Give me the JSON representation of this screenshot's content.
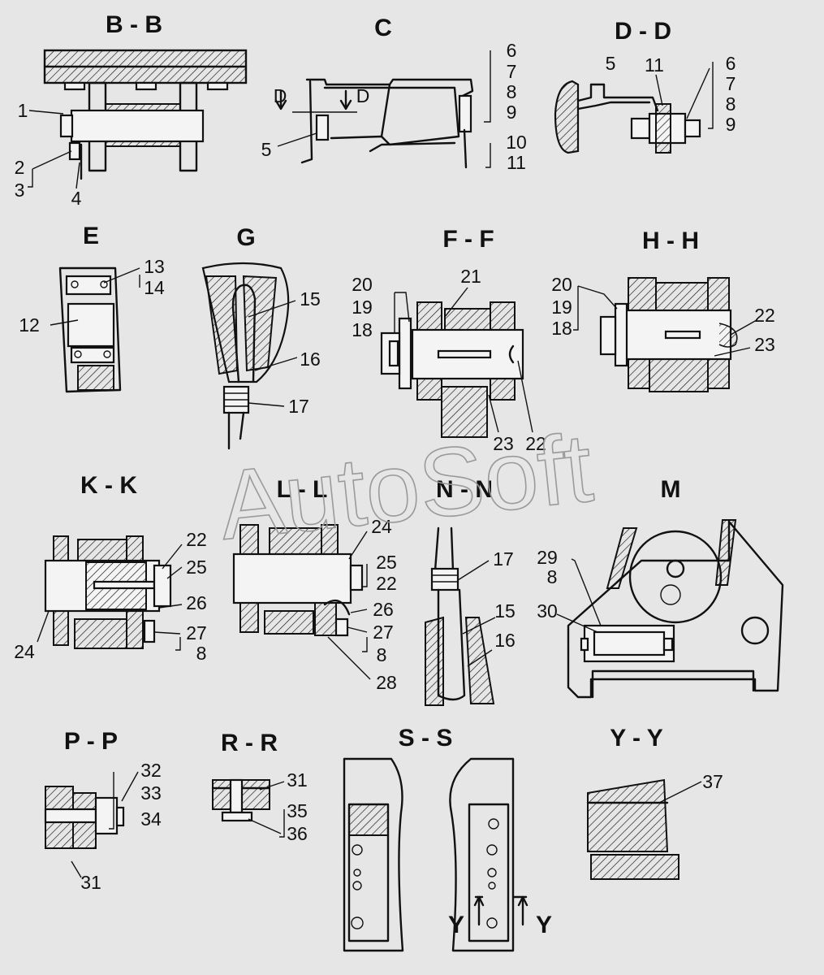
{
  "titles": {
    "bb": "B - B",
    "c": "C",
    "dd": "D - D",
    "e": "E",
    "g": "G",
    "ff": "F - F",
    "hh": "H - H",
    "kk": "K - K",
    "ll": "L - L",
    "nn": "N - N",
    "m": "M",
    "pp": "P - P",
    "rr": "R - R",
    "ss": "S - S",
    "yy": "Y - Y"
  },
  "view_marks": {
    "d": "D",
    "y": "Y"
  },
  "watermark": "AutoSoft",
  "callouts": [
    "1",
    "2",
    "3",
    "4",
    "5",
    "6",
    "7",
    "8",
    "9",
    "10",
    "11",
    "12",
    "13",
    "14",
    "15",
    "16",
    "17",
    "18",
    "19",
    "20",
    "21",
    "22",
    "23",
    "24",
    "25",
    "26",
    "27",
    "28",
    "29",
    "30",
    "31",
    "32",
    "33",
    "34",
    "35",
    "36",
    "37"
  ]
}
